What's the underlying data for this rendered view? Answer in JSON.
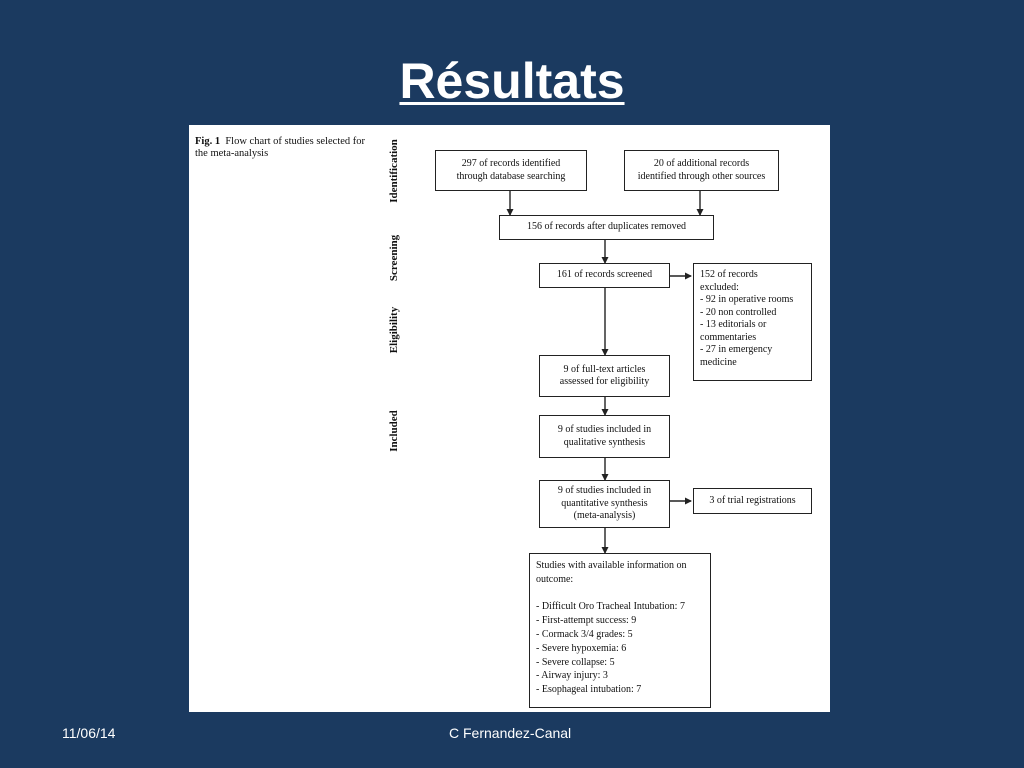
{
  "slide": {
    "title": "Résultats",
    "footer_date": "11/06/14",
    "footer_author": "C Fernandez-Canal"
  },
  "figure": {
    "caption_label": "Fig. 1",
    "caption_text": "Flow chart of studies selected for the meta-analysis",
    "stages": [
      "Identification",
      "Screening",
      "Eligibility",
      "Included"
    ],
    "boxes": {
      "records_database": [
        "297 of records identified",
        "through database searching"
      ],
      "records_other": [
        "20 of additional records",
        "identified through other sources"
      ],
      "after_duplicates": [
        "156 of records after duplicates removed"
      ],
      "screened": [
        "161 of records screened"
      ],
      "excluded": [
        "152 of records",
        "excluded:",
        "- 92 in operative rooms",
        "- 20 non controlled",
        "- 13 editorials or",
        "commentaries",
        "- 27 in emergency",
        "medicine"
      ],
      "full_text": [
        "9 of full-text articles",
        "assessed for eligibility"
      ],
      "qualitative": [
        "9 of studies included in",
        "qualitative synthesis"
      ],
      "quantitative": [
        "9 of studies included in",
        "quantitative synthesis",
        "(meta-analysis)"
      ],
      "trial_registrations": [
        "3 of trial registrations"
      ],
      "outcomes": [
        "Studies with available information on",
        "outcome:",
        "",
        "- Difficult Oro Tracheal Intubation: 7",
        "- First-attempt success: 9",
        "- Cormack 3/4 grades: 5",
        "- Severe hypoxemia: 6",
        "- Severe collapse: 5",
        "- Airway injury: 3",
        "- Esophageal intubation: 7"
      ]
    }
  }
}
